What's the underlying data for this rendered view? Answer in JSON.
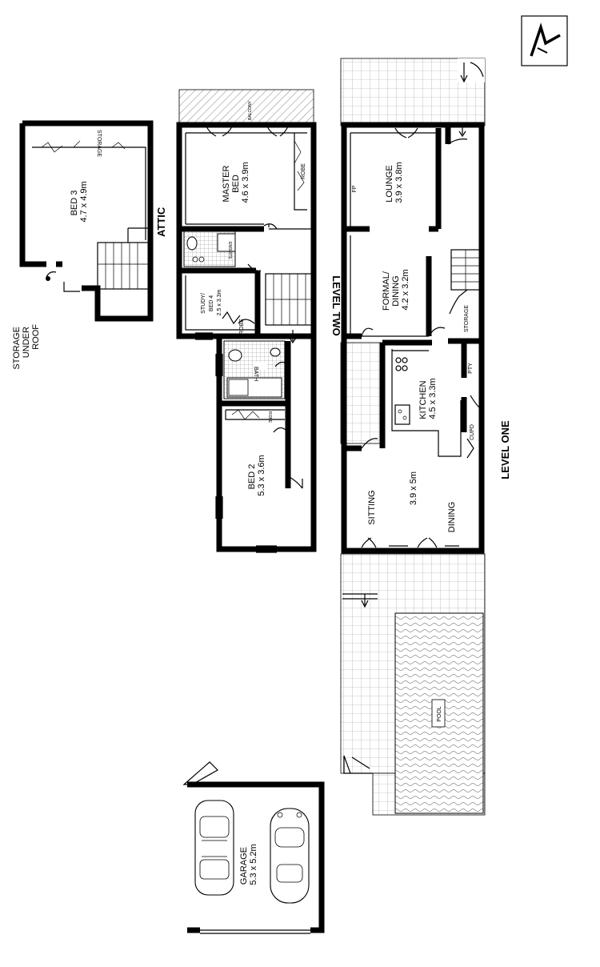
{
  "labels": {
    "attic": "ATTIC",
    "level_two": "LEVEL TWO",
    "level_one": "LEVEL ONE",
    "storage_under_roof": [
      "STORAGE",
      "UNDER",
      "ROOF"
    ]
  },
  "rooms": {
    "bed3": {
      "name": "BED 3",
      "size": "4.7 x 4.9m"
    },
    "storage_attic": "STORAGE",
    "master": {
      "name": [
        "MASTER",
        "BED"
      ],
      "size": "4.6 x 3.9m"
    },
    "balcony": "BALCONY",
    "robe_master": "ROBE",
    "ensuite": "ENSUITE",
    "study": {
      "name": [
        "STUDY/",
        "BED 4"
      ],
      "size": "2.5 x 3.3m"
    },
    "robe_study": "ROBE",
    "bath": "BATH",
    "bed2": {
      "name": "BED 2",
      "size": "5.3 x 3.6m"
    },
    "robe_bed2": "ROBE",
    "lounge": {
      "name": "LOUNGE",
      "size": "3.9 x 3.8m"
    },
    "fp": "FP",
    "formal": {
      "name": [
        "FORMAL/",
        "DINING"
      ],
      "size": "4.2 x 3.2m"
    },
    "storage_l1": "STORAGE",
    "kitchen": {
      "name": "KITCHEN",
      "size": "4.5 x 3.3m"
    },
    "pty": "PTY",
    "cupd": "CUPD",
    "sitting": "SITTING",
    "sitting_size": "3.9 x 5m",
    "dining": "DINING",
    "pool": "POOL",
    "garage": {
      "name": "GARAGE",
      "size": "5.3 x 5.2m"
    }
  },
  "compass": "north-arrow"
}
